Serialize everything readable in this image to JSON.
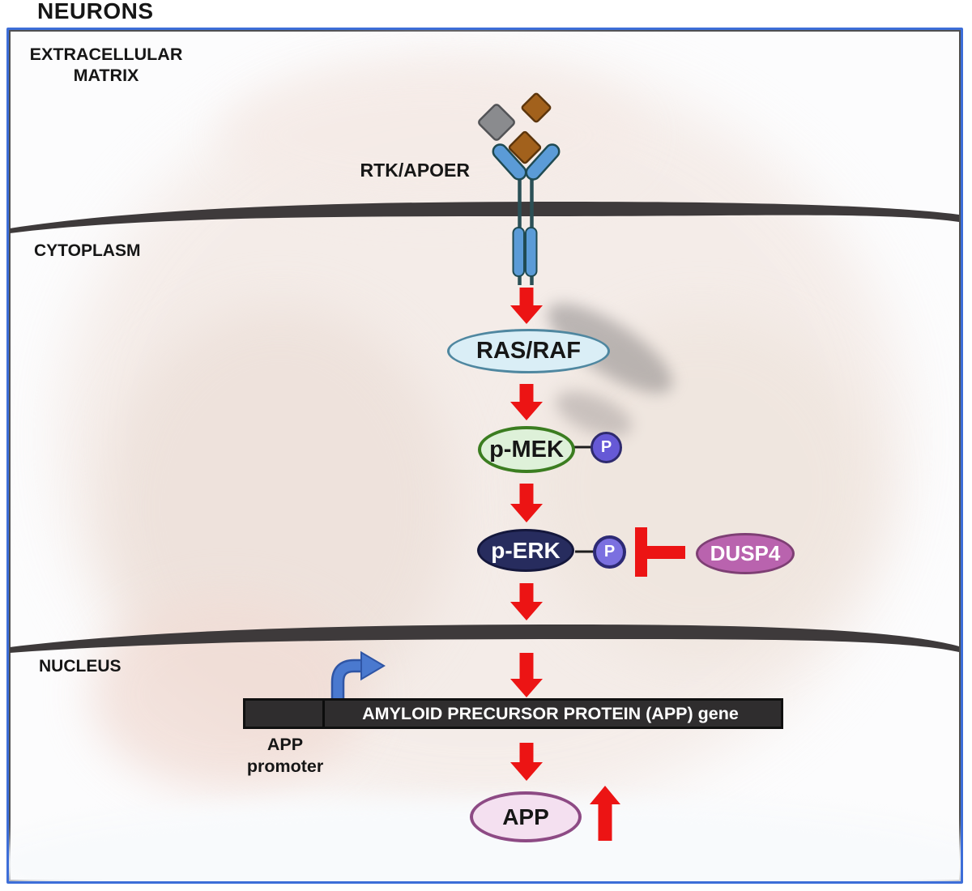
{
  "labels": {
    "title": "NEURONS",
    "extracellular": [
      "EXTRACELLULAR",
      "MATRIX"
    ],
    "cytoplasm": "CYTOPLASM",
    "nucleus": "NUCLEUS",
    "receptor": "RTK/APOER",
    "app_promoter": [
      "APP",
      "promoter"
    ]
  },
  "pathway": {
    "nodes": {
      "ras_raf": {
        "label": "RAS/RAF",
        "fill": "#daeef6",
        "border": "#4f87a0"
      },
      "p_mek": {
        "label": "p-MEK",
        "fill": "#def1d9",
        "border": "#3b7d20",
        "phosphorylated": true
      },
      "p_erk": {
        "label": "p-ERK",
        "fill": "#272c5e",
        "border": "#14173c",
        "phosphorylated": true
      },
      "dusp4": {
        "label": "DUSP4",
        "fill": "#b963ae",
        "border": "#7e3f74"
      },
      "app": {
        "label": "APP",
        "fill": "#f4e0f0",
        "border": "#8d4a84"
      }
    },
    "phosphate_label": "P",
    "gene": {
      "label": "AMYLOID PRECURSOR PROTEIN (APP) gene",
      "bar_color": "#2f2d2e",
      "text_color": "#ffffff"
    },
    "edges": [
      {
        "from": "ligands",
        "to": "RTK/APOER",
        "type": "binding"
      },
      {
        "from": "RTK/APOER",
        "to": "RAS/RAF",
        "type": "activation-arrow"
      },
      {
        "from": "RAS/RAF",
        "to": "p-MEK",
        "type": "activation-arrow"
      },
      {
        "from": "p-MEK",
        "to": "p-ERK",
        "type": "activation-arrow"
      },
      {
        "from": "DUSP4",
        "to": "p-ERK",
        "type": "inhibition-tbar"
      },
      {
        "from": "p-ERK",
        "to": "APP gene",
        "type": "activation-arrow"
      },
      {
        "from": "APP gene",
        "to": "APP",
        "type": "expression-arrow"
      },
      {
        "from": "APP",
        "to": "increased",
        "type": "up-arrow"
      }
    ]
  },
  "icons": {
    "ligand_gray": "gray-diamond",
    "ligand_brown_free": "brown-diamond",
    "ligand_brown_bound": "brown-diamond",
    "receptor": "y-shaped-receptor",
    "inhibition": "red-t-bar",
    "transcription_start": "blue-bent-arrow",
    "membranes": "dark-curved-membrane"
  },
  "colors": {
    "arrow_red": "#ec1414",
    "membrane": "#3e3a3b",
    "box_border": "#3d6ed8",
    "receptor_blue": "#5b9bd7",
    "bent_arrow_blue": "#4a79cf",
    "ligand_brown": "#a2611c",
    "ligand_gray": "#8a8b8e",
    "phosphate_mek": "#6659d6",
    "phosphate_erk": "#7b70e0"
  }
}
